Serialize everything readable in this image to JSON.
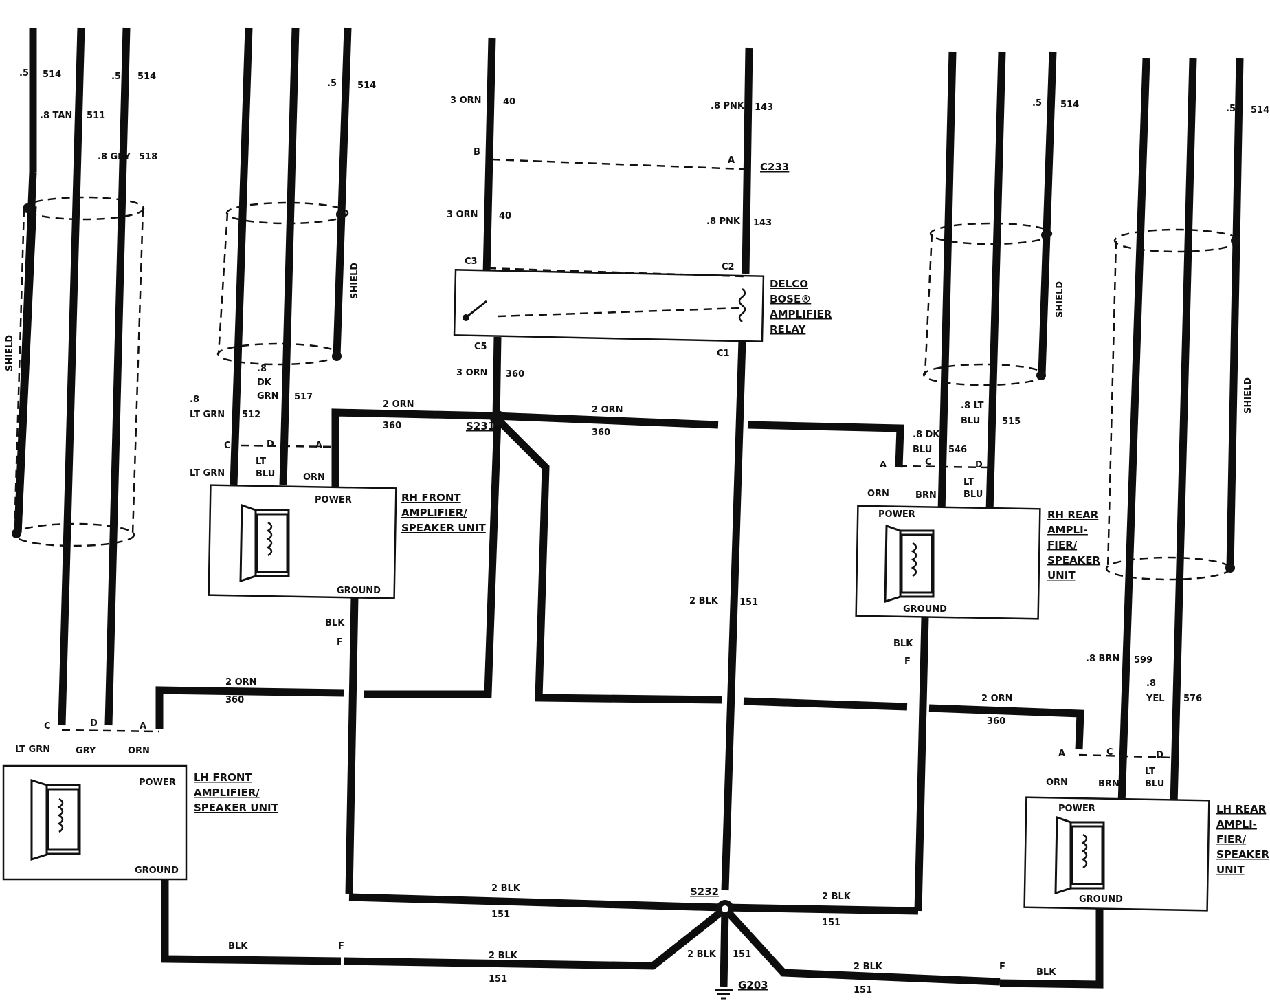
{
  "shields": [
    {
      "label": "SHIELD",
      "wires": [
        {
          "size": ".5",
          "num": "514"
        },
        {
          "size": ".8 TAN",
          "num": "511"
        },
        {
          "size": ".5",
          "num": "514"
        },
        {
          "size": ".8 GRY",
          "num": "518"
        }
      ]
    },
    {
      "label": "SHIELD",
      "wires": [
        {
          "size": ".5",
          "num": "514"
        }
      ]
    },
    {
      "label": "SHIELD",
      "wires": [
        {
          "size": ".5",
          "num": "514"
        }
      ]
    },
    {
      "label": "SHIELD",
      "wires": [
        {
          "size": ".5",
          "num": "514"
        }
      ]
    }
  ],
  "relay": {
    "title": "DELCO\nBOSE®\nAMPLIFIER\nRELAY",
    "pins": {
      "c1": "C1",
      "c2": "C2",
      "c3": "C3",
      "c5": "C5"
    },
    "in_wires": [
      {
        "size": "3 ORN",
        "num": "40"
      },
      {
        "size": ".8 PNK",
        "num": "143"
      }
    ],
    "connector": {
      "name": "C233",
      "pin_a": "A",
      "pin_b": "B"
    },
    "out_wires": [
      {
        "size": "3 ORN",
        "num": "40"
      },
      {
        "size": ".8 PNK",
        "num": "143"
      },
      {
        "size": "3 ORN",
        "num": "360"
      }
    ]
  },
  "splices": {
    "s231": "S231",
    "s232": "S232",
    "g203": "G203"
  },
  "units": {
    "rh_front": {
      "title": "RH FRONT\nAMPLIFIER/\nSPEAKER UNIT",
      "power": "POWER",
      "ground": "GROUND"
    },
    "lh_front": {
      "title": "LH FRONT\nAMPLIFIER/\nSPEAKER UNIT",
      "power": "POWER",
      "ground": "GROUND"
    },
    "rh_rear": {
      "title": "RH REAR\nAMPLI-\nFIER/\nSPEAKER\nUNIT",
      "power": "POWER",
      "ground": "GROUND"
    },
    "lh_rear": {
      "title": "LH REAR\nAMPLI-\nFIER/\nSPEAKER\nUNIT",
      "power": "POWER",
      "ground": "GROUND"
    }
  },
  "wire_labels": {
    "rh_front_in": [
      {
        "size": ".8\nLT GRN",
        "num": "512"
      },
      {
        "size": ".8\nDK\nGRN",
        "num": "517"
      }
    ],
    "rh_front_pins": [
      "C",
      "D",
      "A"
    ],
    "rh_front_colors": [
      "LT GRN",
      "LT\nBLU",
      "ORN"
    ],
    "rh_rear_in": [
      {
        "size": ".8 DK\nBLU",
        "num": "546"
      },
      {
        "size": ".8 LT\nBLU",
        "num": "515"
      }
    ],
    "rh_rear_pins": [
      "A",
      "C",
      "D"
    ],
    "rh_rear_colors": [
      "ORN",
      "BRN",
      "LT\nBLU"
    ],
    "lh_front_pins": [
      "C",
      "D",
      "A"
    ],
    "lh_front_colors": [
      "LT GRN",
      "GRY",
      "ORN"
    ],
    "lh_rear_in": [
      {
        "size": ".8 BRN",
        "num": "599"
      },
      {
        "size": ".8\nYEL",
        "num": "576"
      }
    ],
    "lh_rear_pins": [
      "A",
      "C",
      "D"
    ],
    "lh_rear_colors": [
      "ORN",
      "BRN",
      "LT\nBLU"
    ],
    "feed": [
      {
        "size": "2 ORN",
        "num": "360"
      },
      {
        "size": "2 ORN",
        "num": "360"
      },
      {
        "size": "2 ORN",
        "num": "360"
      },
      {
        "size": "2 ORN",
        "num": "360"
      }
    ],
    "ground": [
      {
        "size": "2 BLK",
        "num": "151"
      },
      {
        "size": "2 BLK",
        "num": "151"
      },
      {
        "size": "2 BLK",
        "num": "151"
      },
      {
        "size": "2 BLK",
        "num": "151"
      },
      {
        "size": "2 BLK",
        "num": "151"
      },
      {
        "size": "2 BLK",
        "num": "151"
      }
    ],
    "blk": "BLK",
    "f_pin": "F"
  }
}
